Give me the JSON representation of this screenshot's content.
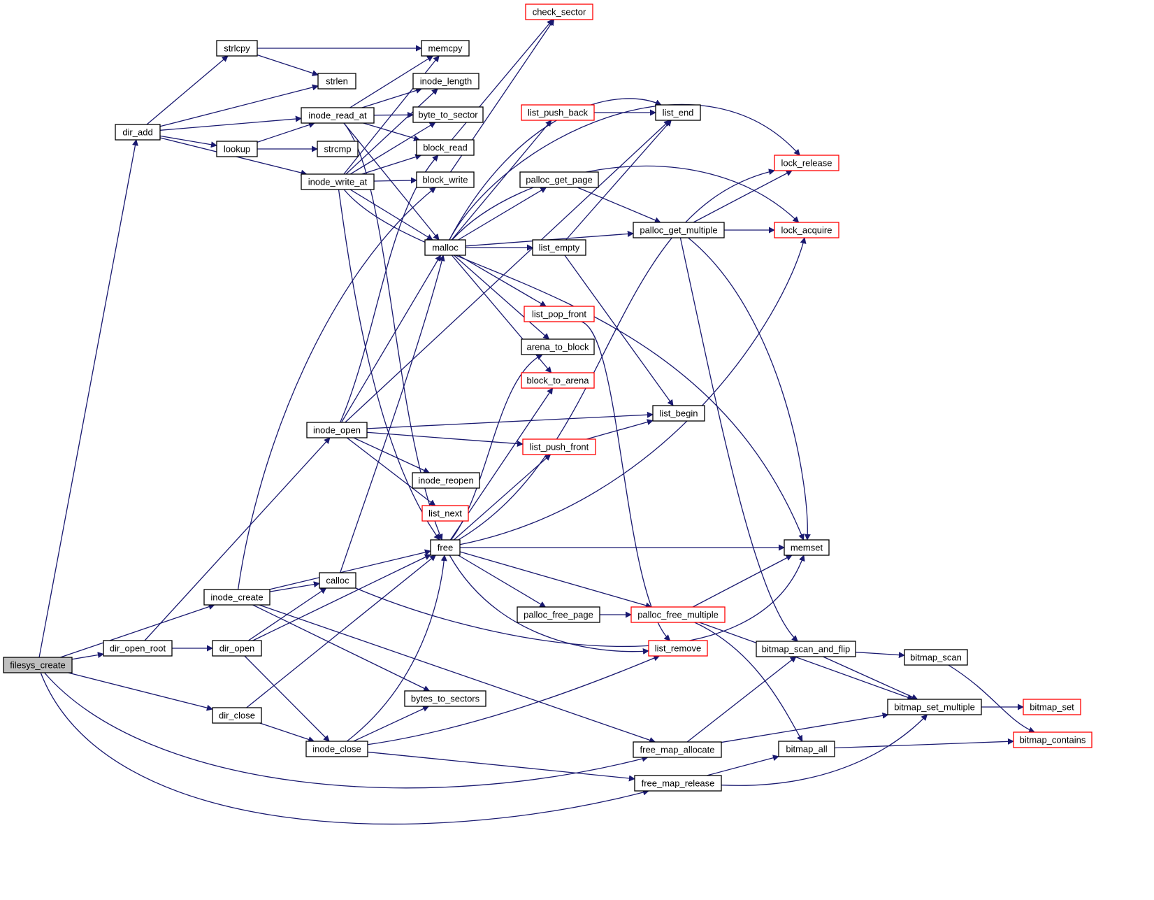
{
  "diagram": {
    "title": "",
    "colors": {
      "edge": "#191970",
      "node_border_default": "#000000",
      "node_border_truncated": "#ff0000",
      "node_fill_default": "#ffffff",
      "node_fill_root": "#bfbfbf"
    },
    "nodes": [
      {
        "id": "filesys_create",
        "label": "filesys_create",
        "style": "root"
      },
      {
        "id": "dir_add",
        "label": "dir_add",
        "style": "default"
      },
      {
        "id": "strlcpy",
        "label": "strlcpy",
        "style": "default"
      },
      {
        "id": "memcpy",
        "label": "memcpy",
        "style": "default"
      },
      {
        "id": "strlen",
        "label": "strlen",
        "style": "default"
      },
      {
        "id": "inode_read_at",
        "label": "inode_read_at",
        "style": "default"
      },
      {
        "id": "inode_length",
        "label": "inode_length",
        "style": "default"
      },
      {
        "id": "byte_to_sector",
        "label": "byte_to_sector",
        "style": "default"
      },
      {
        "id": "lookup",
        "label": "lookup",
        "style": "default"
      },
      {
        "id": "strcmp",
        "label": "strcmp",
        "style": "default"
      },
      {
        "id": "block_read",
        "label": "block_read",
        "style": "default"
      },
      {
        "id": "inode_write_at",
        "label": "inode_write_at",
        "style": "default"
      },
      {
        "id": "block_write",
        "label": "block_write",
        "style": "default"
      },
      {
        "id": "check_sector",
        "label": "check_sector",
        "style": "truncated"
      },
      {
        "id": "list_push_back",
        "label": "list_push_back",
        "style": "truncated"
      },
      {
        "id": "list_end",
        "label": "list_end",
        "style": "default"
      },
      {
        "id": "lock_release",
        "label": "lock_release",
        "style": "truncated"
      },
      {
        "id": "palloc_get_page",
        "label": "palloc_get_page",
        "style": "default"
      },
      {
        "id": "palloc_get_multiple",
        "label": "palloc_get_multiple",
        "style": "default"
      },
      {
        "id": "lock_acquire",
        "label": "lock_acquire",
        "style": "truncated"
      },
      {
        "id": "malloc",
        "label": "malloc",
        "style": "default"
      },
      {
        "id": "list_empty",
        "label": "list_empty",
        "style": "default"
      },
      {
        "id": "list_pop_front",
        "label": "list_pop_front",
        "style": "truncated"
      },
      {
        "id": "arena_to_block",
        "label": "arena_to_block",
        "style": "default"
      },
      {
        "id": "block_to_arena",
        "label": "block_to_arena",
        "style": "truncated"
      },
      {
        "id": "list_begin",
        "label": "list_begin",
        "style": "default"
      },
      {
        "id": "inode_open",
        "label": "inode_open",
        "style": "default"
      },
      {
        "id": "list_push_front",
        "label": "list_push_front",
        "style": "truncated"
      },
      {
        "id": "inode_reopen",
        "label": "inode_reopen",
        "style": "default"
      },
      {
        "id": "list_next",
        "label": "list_next",
        "style": "truncated"
      },
      {
        "id": "free",
        "label": "free",
        "style": "default"
      },
      {
        "id": "memset",
        "label": "memset",
        "style": "default"
      },
      {
        "id": "calloc",
        "label": "calloc",
        "style": "default"
      },
      {
        "id": "inode_create",
        "label": "inode_create",
        "style": "default"
      },
      {
        "id": "palloc_free_page",
        "label": "palloc_free_page",
        "style": "default"
      },
      {
        "id": "palloc_free_multiple",
        "label": "palloc_free_multiple",
        "style": "truncated"
      },
      {
        "id": "dir_open_root",
        "label": "dir_open_root",
        "style": "default"
      },
      {
        "id": "dir_open",
        "label": "dir_open",
        "style": "default"
      },
      {
        "id": "list_remove",
        "label": "list_remove",
        "style": "truncated"
      },
      {
        "id": "bitmap_scan_and_flip",
        "label": "bitmap_scan_and_flip",
        "style": "default"
      },
      {
        "id": "bitmap_scan",
        "label": "bitmap_scan",
        "style": "default"
      },
      {
        "id": "bytes_to_sectors",
        "label": "bytes_to_sectors",
        "style": "default"
      },
      {
        "id": "dir_close",
        "label": "dir_close",
        "style": "default"
      },
      {
        "id": "bitmap_set_multiple",
        "label": "bitmap_set_multiple",
        "style": "default"
      },
      {
        "id": "bitmap_set",
        "label": "bitmap_set",
        "style": "truncated"
      },
      {
        "id": "inode_close",
        "label": "inode_close",
        "style": "default"
      },
      {
        "id": "free_map_allocate",
        "label": "free_map_allocate",
        "style": "default"
      },
      {
        "id": "bitmap_all",
        "label": "bitmap_all",
        "style": "default"
      },
      {
        "id": "bitmap_contains",
        "label": "bitmap_contains",
        "style": "truncated"
      },
      {
        "id": "free_map_release",
        "label": "free_map_release",
        "style": "default"
      }
    ],
    "edges": [
      [
        "filesys_create",
        "dir_add"
      ],
      [
        "filesys_create",
        "inode_create"
      ],
      [
        "filesys_create",
        "dir_open_root"
      ],
      [
        "filesys_create",
        "dir_close"
      ],
      [
        "filesys_create",
        "free_map_allocate"
      ],
      [
        "filesys_create",
        "free_map_release"
      ],
      [
        "dir_add",
        "strlcpy"
      ],
      [
        "dir_add",
        "strlen"
      ],
      [
        "dir_add",
        "inode_read_at"
      ],
      [
        "dir_add",
        "lookup"
      ],
      [
        "dir_add",
        "inode_write_at"
      ],
      [
        "strlcpy",
        "memcpy"
      ],
      [
        "strlcpy",
        "strlen"
      ],
      [
        "lookup",
        "inode_read_at"
      ],
      [
        "lookup",
        "strcmp"
      ],
      [
        "inode_read_at",
        "memcpy"
      ],
      [
        "inode_read_at",
        "inode_length"
      ],
      [
        "inode_read_at",
        "byte_to_sector"
      ],
      [
        "inode_read_at",
        "block_read"
      ],
      [
        "inode_read_at",
        "malloc"
      ],
      [
        "inode_read_at",
        "free"
      ],
      [
        "inode_write_at",
        "memcpy"
      ],
      [
        "inode_write_at",
        "inode_length"
      ],
      [
        "inode_write_at",
        "byte_to_sector"
      ],
      [
        "inode_write_at",
        "block_read"
      ],
      [
        "inode_write_at",
        "block_write"
      ],
      [
        "inode_write_at",
        "malloc"
      ],
      [
        "inode_write_at",
        "memset"
      ],
      [
        "inode_write_at",
        "free"
      ],
      [
        "block_read",
        "check_sector"
      ],
      [
        "block_write",
        "check_sector"
      ],
      [
        "list_push_back",
        "list_end"
      ],
      [
        "malloc",
        "lock_acquire"
      ],
      [
        "malloc",
        "list_empty"
      ],
      [
        "malloc",
        "palloc_get_page"
      ],
      [
        "malloc",
        "list_push_back"
      ],
      [
        "malloc",
        "list_end"
      ],
      [
        "malloc",
        "lock_release"
      ],
      [
        "malloc",
        "palloc_get_multiple"
      ],
      [
        "malloc",
        "list_pop_front"
      ],
      [
        "malloc",
        "arena_to_block"
      ],
      [
        "malloc",
        "block_to_arena"
      ],
      [
        "palloc_get_page",
        "palloc_get_multiple"
      ],
      [
        "palloc_get_multiple",
        "lock_acquire"
      ],
      [
        "palloc_get_multiple",
        "lock_release"
      ],
      [
        "palloc_get_multiple",
        "memset"
      ],
      [
        "palloc_get_multiple",
        "bitmap_scan_and_flip"
      ],
      [
        "list_empty",
        "list_begin"
      ],
      [
        "list_empty",
        "list_end"
      ],
      [
        "list_pop_front",
        "list_remove"
      ],
      [
        "list_push_front",
        "list_begin"
      ],
      [
        "inode_open",
        "list_begin"
      ],
      [
        "inode_open",
        "list_next"
      ],
      [
        "inode_open",
        "list_end"
      ],
      [
        "inode_open",
        "inode_reopen"
      ],
      [
        "inode_open",
        "malloc"
      ],
      [
        "inode_open",
        "list_push_front"
      ],
      [
        "inode_open",
        "block_read"
      ],
      [
        "free",
        "memset"
      ],
      [
        "free",
        "lock_acquire"
      ],
      [
        "free",
        "lock_release"
      ],
      [
        "free",
        "block_to_arena"
      ],
      [
        "free",
        "arena_to_block"
      ],
      [
        "free",
        "list_push_front"
      ],
      [
        "free",
        "list_remove"
      ],
      [
        "free",
        "palloc_free_page"
      ],
      [
        "free",
        "palloc_free_multiple"
      ],
      [
        "palloc_free_page",
        "palloc_free_multiple"
      ],
      [
        "palloc_free_multiple",
        "memset"
      ],
      [
        "palloc_free_multiple",
        "bitmap_all"
      ],
      [
        "palloc_free_multiple",
        "bitmap_set_multiple"
      ],
      [
        "calloc",
        "malloc"
      ],
      [
        "calloc",
        "memset"
      ],
      [
        "inode_create",
        "calloc"
      ],
      [
        "inode_create",
        "free"
      ],
      [
        "inode_create",
        "bytes_to_sectors"
      ],
      [
        "inode_create",
        "free_map_allocate"
      ],
      [
        "inode_create",
        "block_write"
      ],
      [
        "dir_open_root",
        "inode_open"
      ],
      [
        "dir_open_root",
        "dir_open"
      ],
      [
        "dir_open",
        "calloc"
      ],
      [
        "dir_open",
        "free"
      ],
      [
        "dir_open",
        "inode_close"
      ],
      [
        "dir_close",
        "inode_close"
      ],
      [
        "dir_close",
        "free"
      ],
      [
        "inode_close",
        "list_remove"
      ],
      [
        "inode_close",
        "free"
      ],
      [
        "inode_close",
        "bytes_to_sectors"
      ],
      [
        "inode_close",
        "free_map_release"
      ],
      [
        "free_map_allocate",
        "bitmap_scan_and_flip"
      ],
      [
        "free_map_allocate",
        "bitmap_set_multiple"
      ],
      [
        "free_map_release",
        "bitmap_all"
      ],
      [
        "free_map_release",
        "bitmap_set_multiple"
      ],
      [
        "bitmap_scan_and_flip",
        "bitmap_scan"
      ],
      [
        "bitmap_scan_and_flip",
        "bitmap_set_multiple"
      ],
      [
        "bitmap_scan",
        "bitmap_contains"
      ],
      [
        "bitmap_set_multiple",
        "bitmap_set"
      ],
      [
        "bitmap_all",
        "bitmap_contains"
      ]
    ]
  }
}
